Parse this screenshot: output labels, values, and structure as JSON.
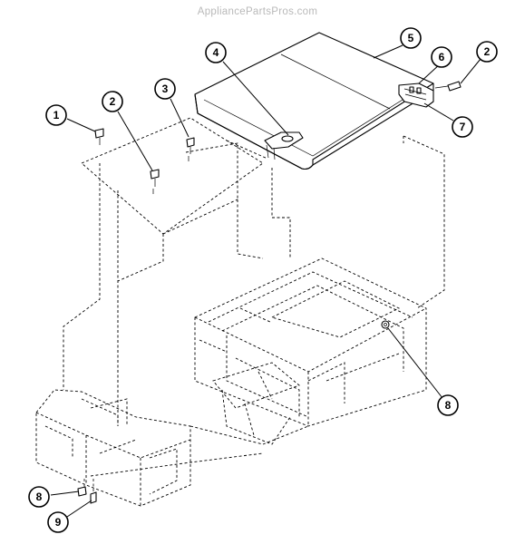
{
  "watermark": "AppliancePartsPros.com",
  "callouts": [
    {
      "id": "c1",
      "label": "1"
    },
    {
      "id": "c2a",
      "label": "2"
    },
    {
      "id": "c3",
      "label": "3"
    },
    {
      "id": "c4",
      "label": "4"
    },
    {
      "id": "c5",
      "label": "5"
    },
    {
      "id": "c6",
      "label": "6"
    },
    {
      "id": "c2b",
      "label": "2"
    },
    {
      "id": "c7",
      "label": "7"
    },
    {
      "id": "c8a",
      "label": "8"
    },
    {
      "id": "c8b",
      "label": "8"
    },
    {
      "id": "c9",
      "label": "9"
    }
  ],
  "colors": {
    "line": "#000000",
    "background": "#ffffff",
    "watermark": "#b9b9b9"
  }
}
